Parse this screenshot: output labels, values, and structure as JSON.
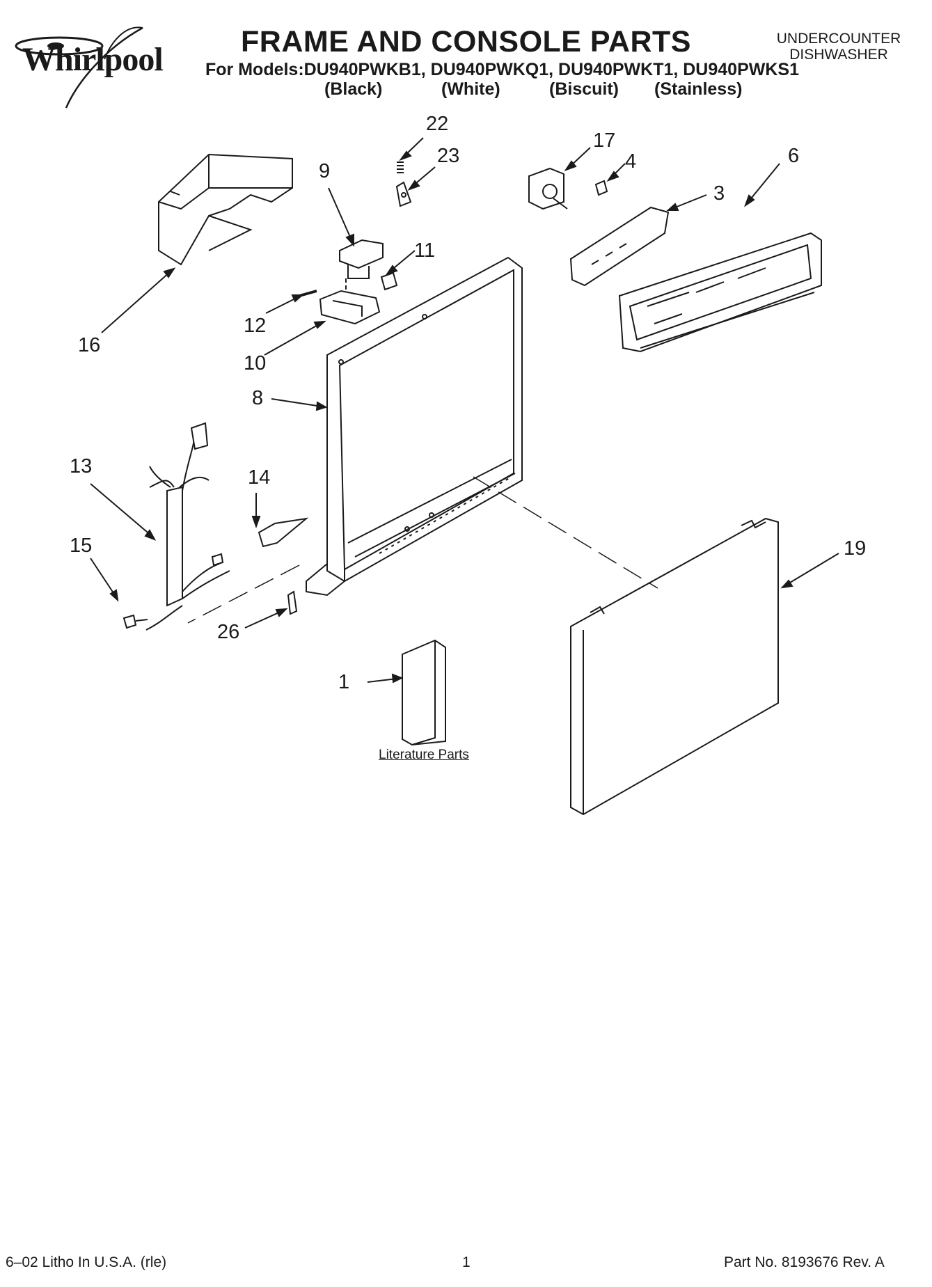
{
  "brand": "Whirlpool",
  "title": "FRAME AND CONSOLE PARTS",
  "models_line": "For Models:DU940PWKB1, DU940PWKQ1, DU940PWKT1, DU940PWKS1",
  "colors": [
    "(Black)",
    "(White)",
    "(Biscuit)",
    "(Stainless)"
  ],
  "appliance_type": [
    "UNDERCOUNTER",
    "DISHWASHER"
  ],
  "callouts": {
    "c1": "1",
    "c3": "3",
    "c4": "4",
    "c6": "6",
    "c8": "8",
    "c9": "9",
    "c10": "10",
    "c11": "11",
    "c12": "12",
    "c13": "13",
    "c14": "14",
    "c15": "15",
    "c16": "16",
    "c17": "17",
    "c19": "19",
    "c22": "22",
    "c23": "23",
    "c26": "26"
  },
  "literature_label": "Literature Parts",
  "footer": {
    "litho": "6–02 Litho In U.S.A. (rle)",
    "page": "1",
    "part_no": "Part No. 8193676 Rev. A"
  }
}
